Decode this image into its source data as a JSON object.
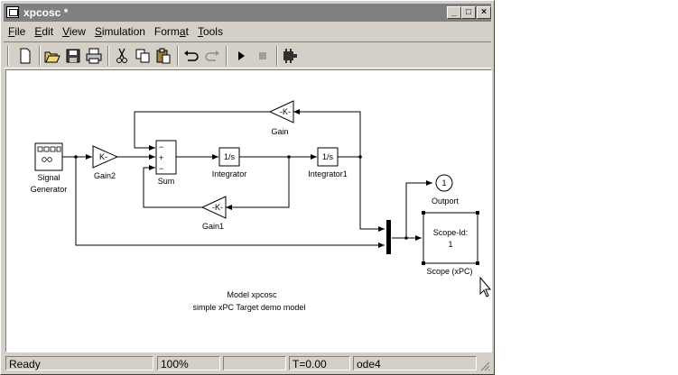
{
  "window": {
    "title": "xpcosc *"
  },
  "title_buttons": {
    "minimize": "_",
    "maximize": "□",
    "close": "×"
  },
  "menu": [
    {
      "label": "File",
      "key": "F",
      "rest": "ile"
    },
    {
      "label": "Edit",
      "key": "E",
      "rest": "dit"
    },
    {
      "label": "View",
      "key": "V",
      "rest": "iew"
    },
    {
      "label": "Simulation",
      "key": "S",
      "rest": "imulation"
    },
    {
      "label": "Format",
      "pre": "Form",
      "key": "a",
      "rest": "t"
    },
    {
      "label": "Tools",
      "key": "T",
      "rest": "ools"
    }
  ],
  "toolbar_icons": [
    "new-icon",
    "open-icon",
    "save-icon",
    "print-icon",
    "cut-icon",
    "copy-icon",
    "paste-icon",
    "undo-icon",
    "redo-icon",
    "start-icon",
    "stop-icon",
    "library-icon"
  ],
  "diagram": {
    "blocks": {
      "signal_generator": {
        "label_line1": "Signal",
        "label_line2": "Generator"
      },
      "gain2": {
        "symbol": "K-",
        "label": "Gain2"
      },
      "sum": {
        "signs": [
          "−",
          "+",
          "−"
        ],
        "label": "Sum"
      },
      "integrator": {
        "symbol": "1/s",
        "label": "Integrator"
      },
      "integrator1": {
        "symbol": "1/s",
        "label": "Integrator1"
      },
      "gain": {
        "symbol": "-K-",
        "label": "Gain"
      },
      "gain1": {
        "symbol": "-K-",
        "label": "Gain1"
      },
      "outport": {
        "number": "1",
        "label": "Outport"
      },
      "scope": {
        "line1": "Scope-Id:",
        "line2": "1",
        "label": "Scope (xPC)"
      }
    },
    "annotation": {
      "line1": "Model xpcosc",
      "line2": "simple xPC Target demo model"
    }
  },
  "status": {
    "state": "Ready",
    "zoom": "100%",
    "time": "T=0.00",
    "solver": "ode4"
  }
}
